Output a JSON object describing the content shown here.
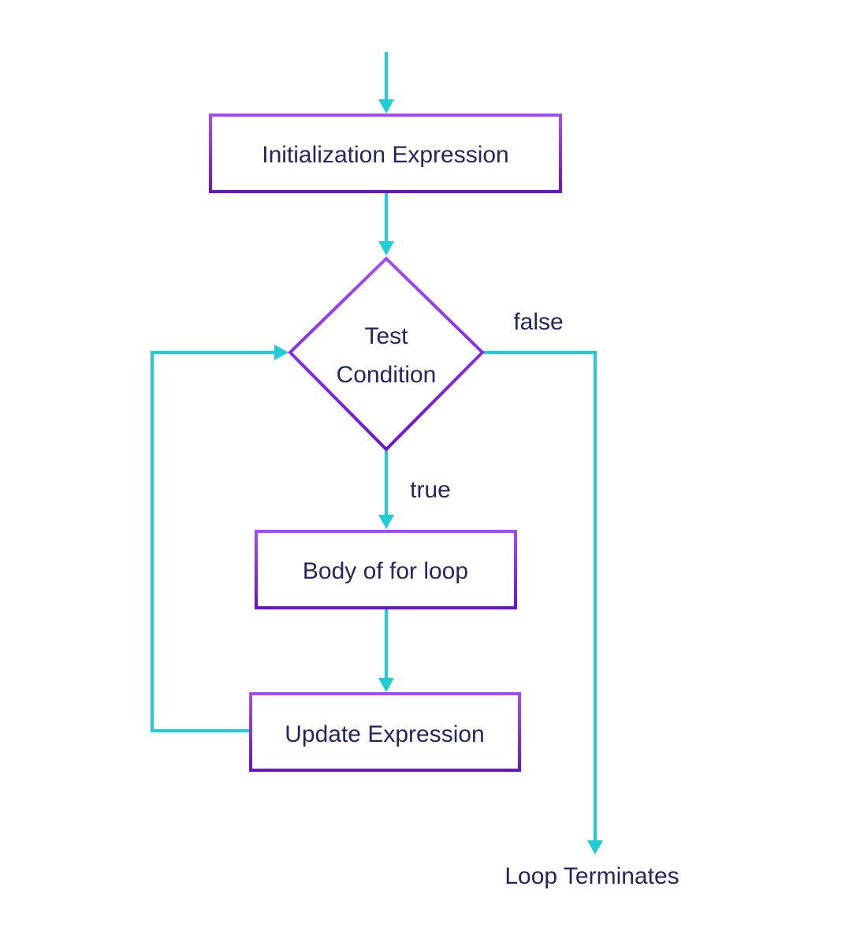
{
  "diagram": {
    "colors": {
      "node_border": "#8a2be2",
      "connector": "#1fcdd6",
      "text": "#25265e",
      "background": "#ffffff"
    },
    "nodes": {
      "init": "Initialization Expression",
      "test_line1": "Test",
      "test_line2": "Condition",
      "body": "Body of for loop",
      "update": "Update Expression",
      "terminate": "Loop Terminates"
    },
    "edges": {
      "false_label": "false",
      "true_label": "true"
    }
  }
}
